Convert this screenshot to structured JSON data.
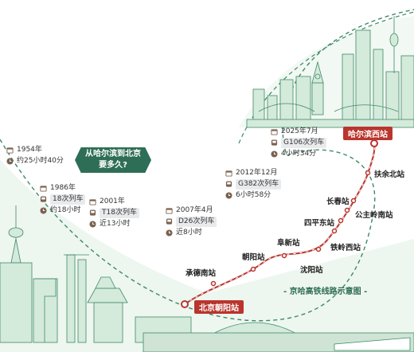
{
  "question": {
    "line1": "从哈尔滨到北京",
    "line2": "要多久?"
  },
  "timeline": [
    {
      "year": "1954年",
      "train": "",
      "duration": "约25小时40分"
    },
    {
      "year": "1986年",
      "train": "18次列车",
      "duration": "约18小时"
    },
    {
      "year": "2001年",
      "train": "T18次列车",
      "duration": "近13小时"
    },
    {
      "year": "2007年4月",
      "train": "D26次列车",
      "duration": "近8小时"
    },
    {
      "year": "2012年12月",
      "train": "G382次列车",
      "duration": "6小时58分"
    },
    {
      "year": "2025年7月",
      "train": "G106次列车",
      "duration": "4小时34分"
    }
  ],
  "stations": {
    "start": "北京朝阳站",
    "end": "哈尔滨西站",
    "intermediate": [
      "承德南站",
      "朝阳站",
      "阜新站",
      "沈阳站",
      "铁岭西站",
      "四平东站",
      "公主岭南站",
      "长春站",
      "扶余北站"
    ]
  },
  "route_title": "- 京哈高铁线路示意图 -",
  "colors": {
    "accent_green": "#2f6e56",
    "route_red": "#b9352d",
    "light_green": "#d9ecdf",
    "dashed_line": "#3d8a66"
  }
}
